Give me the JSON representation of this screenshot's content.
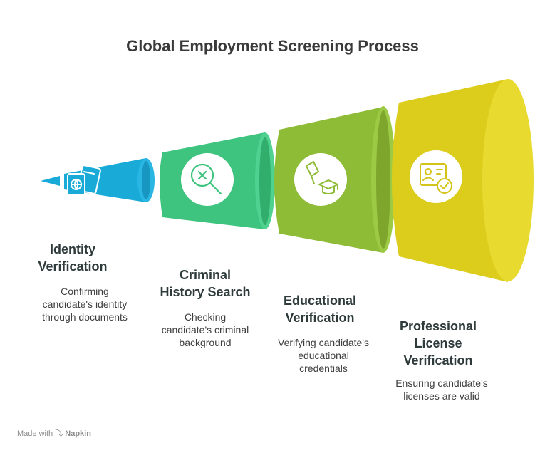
{
  "title": "Global Employment Screening Process",
  "stages": [
    {
      "title_lines": [
        "Identity",
        "Verification"
      ],
      "desc_lines": [
        "Confirming",
        "candidate's identity",
        "through documents"
      ],
      "color": "#1aaad8",
      "icon": "passport-globe-icon"
    },
    {
      "title_lines": [
        "Criminal",
        "History Search"
      ],
      "desc_lines": [
        "Checking",
        "candidate's criminal",
        "background"
      ],
      "color": "#3ec47e",
      "icon": "magnifier-x-icon"
    },
    {
      "title_lines": [
        "Educational",
        "Verification"
      ],
      "desc_lines": [
        "Verifying candidate's",
        "educational",
        "credentials"
      ],
      "color": "#8fbc37",
      "icon": "diploma-graduation-cap-icon"
    },
    {
      "title_lines": [
        "Professional",
        "License",
        "Verification"
      ],
      "desc_lines": [
        "Ensuring candidate's",
        "licenses are valid"
      ],
      "color": "#dccd1c",
      "icon": "id-card-check-icon"
    }
  ],
  "footer": {
    "made_with": "Made with",
    "brand": "Napkin"
  }
}
